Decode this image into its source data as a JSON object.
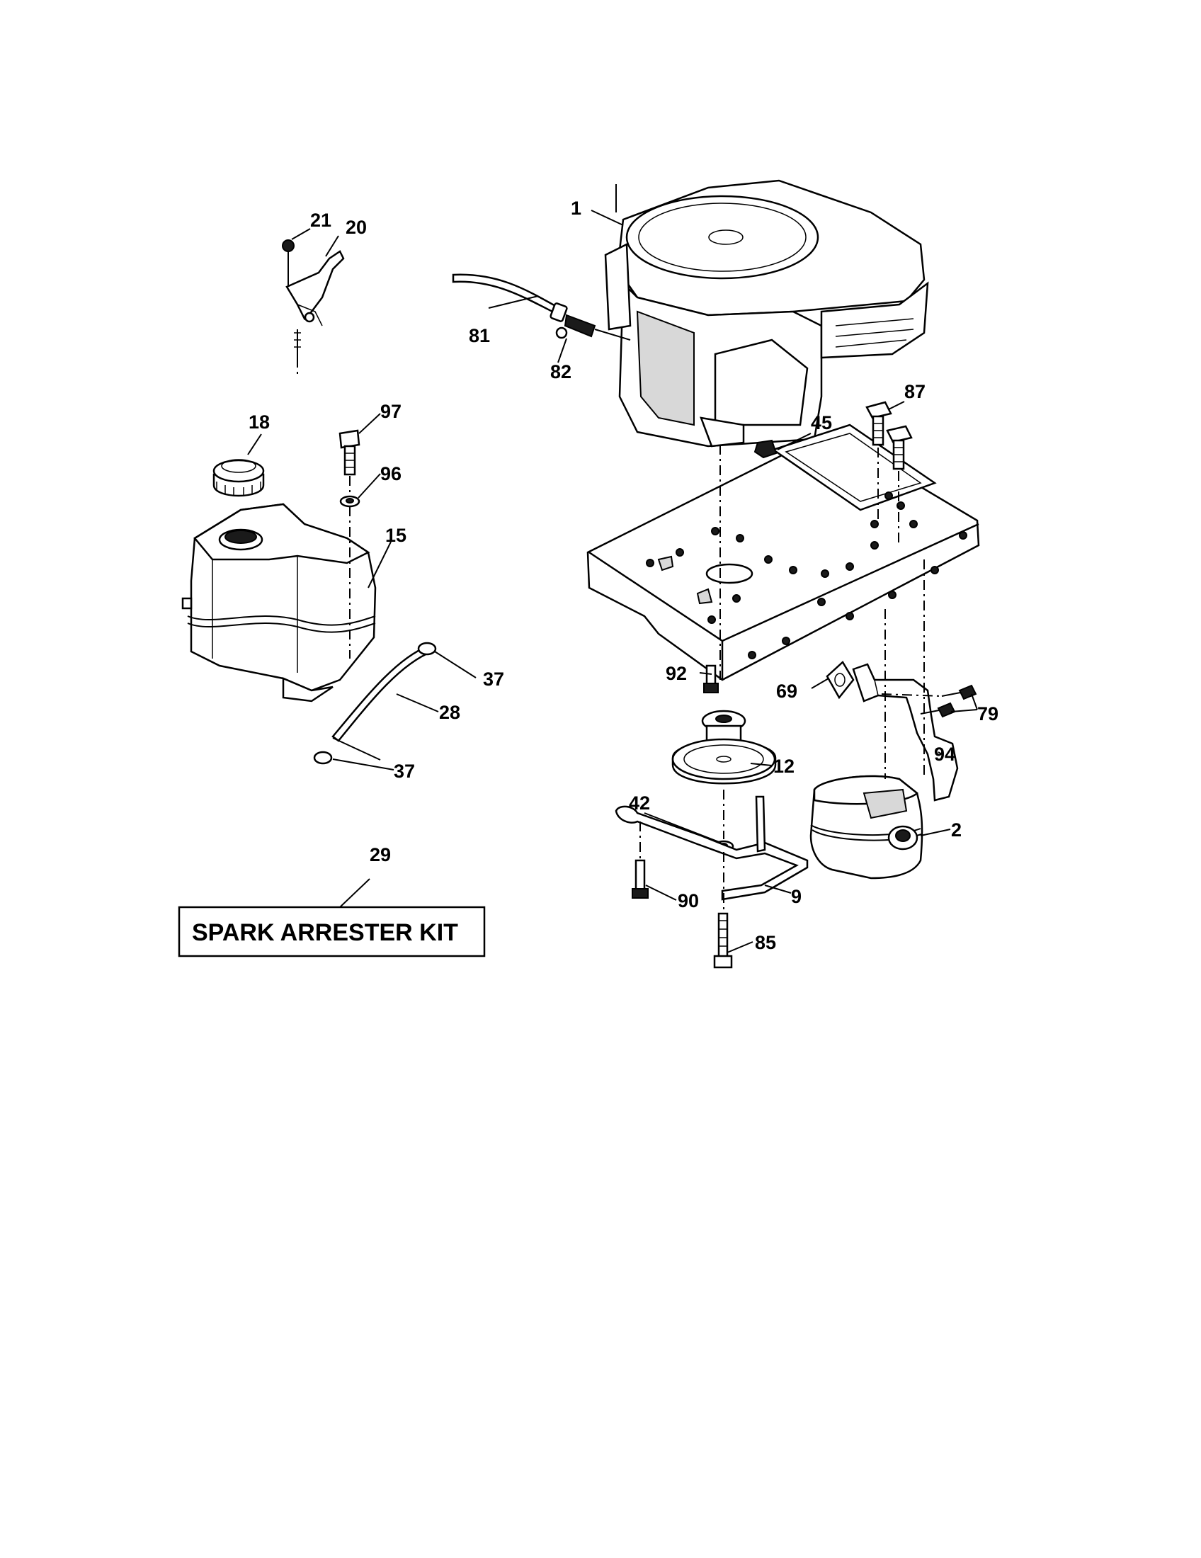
{
  "labels": {
    "p1": "1",
    "p2": "2",
    "p9": "9",
    "p12": "12",
    "p15": "15",
    "p18": "18",
    "p20": "20",
    "p21": "21",
    "p28": "28",
    "p29": "29",
    "p37a": "37",
    "p37b": "37",
    "p42": "42",
    "p45": "45",
    "p69": "69",
    "p79": "79",
    "p81": "81",
    "p82": "82",
    "p85": "85",
    "p87": "87",
    "p90": "90",
    "p92": "92",
    "p94": "94",
    "p96": "96",
    "p97": "97"
  },
  "kit_label": "SPARK ARRESTER KIT"
}
